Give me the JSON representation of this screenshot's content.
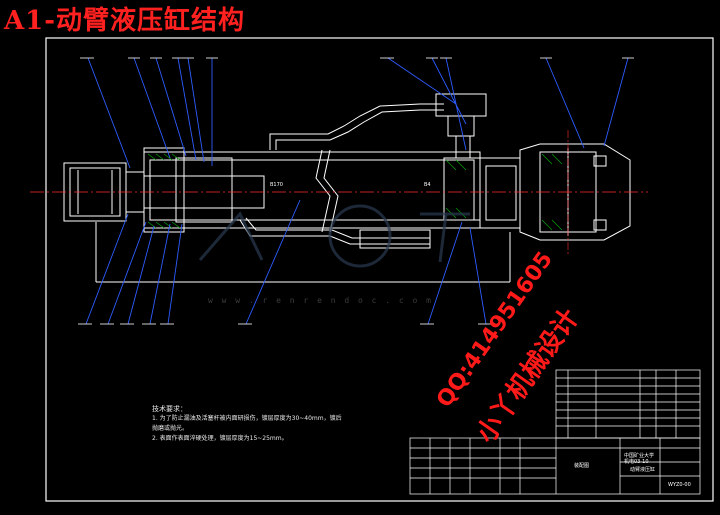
{
  "drawing": {
    "title": "A1-动臂液压缸结构",
    "watermark_site": "w w w . r e n r e n d o c . c o m",
    "dimension_labels": [
      "B170",
      "B4"
    ],
    "technical_requirements": {
      "heading": "技术要求：",
      "items": [
        "1. 为了防止漏油及活塞杆被内面研损伤，镀层厚度为30~40mm，镀后",
        "   抛磨或抛光。",
        "2. 表面作表面淬硬处理，镀层厚度为15~25mm。"
      ]
    },
    "overlay": {
      "qq_text": "QQ:414951605",
      "name_text": "小丫机械设计"
    },
    "title_block": {
      "drawing_name": "动臂液压缸",
      "school": "中国矿业大学",
      "class": "机电03-10",
      "code": "WYZ0-00",
      "assembly": "装配图"
    }
  },
  "colors": {
    "background": "#000000",
    "outline": "#ffffff",
    "leader": "#2e5cff",
    "title": "#ff2020",
    "center": "#ff3030",
    "hatch": "#00b000"
  }
}
